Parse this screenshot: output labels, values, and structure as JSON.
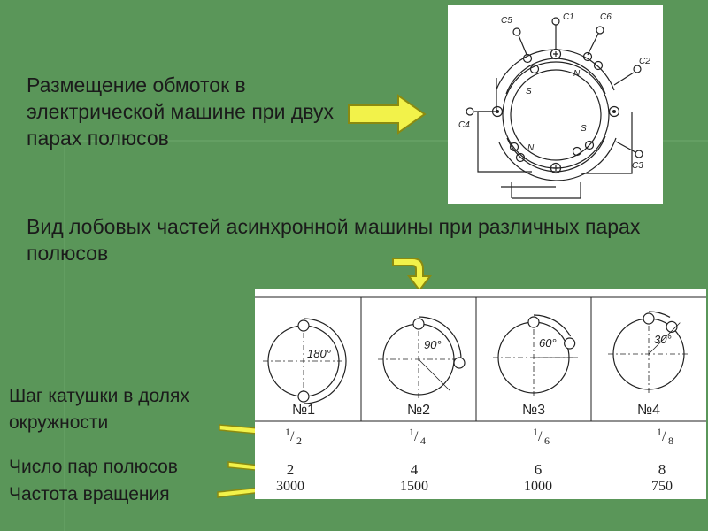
{
  "heading_placement": "Размещение обмоток в электрической машине при двух парах полюсов",
  "heading_endwindings": "Вид лобовых частей асинхронной машины при различных парах полюсов",
  "labels": {
    "coil_pitch": "Шаг катушки в долях окружности",
    "pole_pairs": "Число пар полюсов",
    "rotation_speed": "Частота вращения"
  },
  "winding_diagram": {
    "terminals": [
      "C5",
      "C1",
      "C6",
      "C2",
      "C4",
      "C3"
    ],
    "poles": [
      "N",
      "S",
      "S",
      "N"
    ]
  },
  "machines": [
    {
      "number": "№1",
      "angle": "180°",
      "pitch_num": "1",
      "pitch_den": "2",
      "pole_pairs": "2",
      "speed": "3000"
    },
    {
      "number": "№2",
      "angle": "90°",
      "pitch_num": "1",
      "pitch_den": "4",
      "pole_pairs": "4",
      "speed": "1500"
    },
    {
      "number": "№3",
      "angle": "60°",
      "pitch_num": "1",
      "pitch_den": "6",
      "pole_pairs": "6",
      "speed": "1000"
    },
    {
      "number": "№4",
      "angle": "30°",
      "pitch_num": "1",
      "pitch_den": "8",
      "pole_pairs": "8",
      "speed": "750"
    }
  ],
  "colors": {
    "background": "#5a9659",
    "arrow_fill": "#f2f24a",
    "arrow_stroke": "#8a8a10"
  }
}
